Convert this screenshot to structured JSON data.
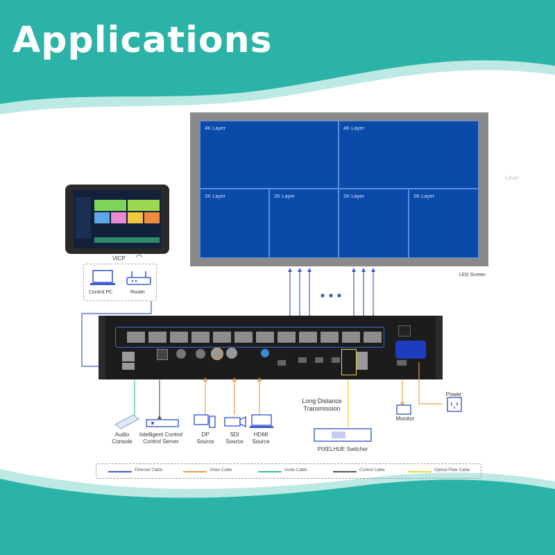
{
  "title": "Applications",
  "screen": {
    "caption": "LED Screen",
    "watermark": "Lever",
    "top_tiles": [
      "4K Layer",
      "4K Layer"
    ],
    "bottom_tiles": [
      "2K Layer",
      "2K Layer",
      "2K Layer",
      "2K Layer"
    ]
  },
  "vicp": {
    "label": "VICP",
    "control_pc": "Control PC",
    "router": "Router"
  },
  "devices": {
    "audio_console": [
      "Audio",
      "Console"
    ],
    "control_server": [
      "Intelligent Control",
      "Control Server"
    ],
    "dp_source": [
      "DP",
      "Source"
    ],
    "sdi_source": [
      "SDI",
      "Source"
    ],
    "hdmi_source": [
      "HDMI",
      "Source"
    ],
    "long_distance": [
      "Long Distance",
      "Transmission"
    ],
    "switcher": "PIXELHUE Switcher",
    "monitor": "Monitor",
    "power": "Power"
  },
  "legend": [
    {
      "label": "Ethernet Cable",
      "color": "#3a5bd0"
    },
    {
      "label": "Video Cable",
      "color": "#e8a04c"
    },
    {
      "label": "Audio Cable",
      "color": "#3fbf9a"
    },
    {
      "label": "Control Cable",
      "color": "#555555"
    },
    {
      "label": "Optical Fiber Cable",
      "color": "#e8d84c"
    }
  ],
  "colors": {
    "teal": "#2bb3a7",
    "panel_blue": "#0a4aa8",
    "ethernet": "#3a5bd0",
    "video": "#e8a04c",
    "audio": "#3fbf9a",
    "control": "#555555",
    "fiber": "#e8d84c"
  }
}
